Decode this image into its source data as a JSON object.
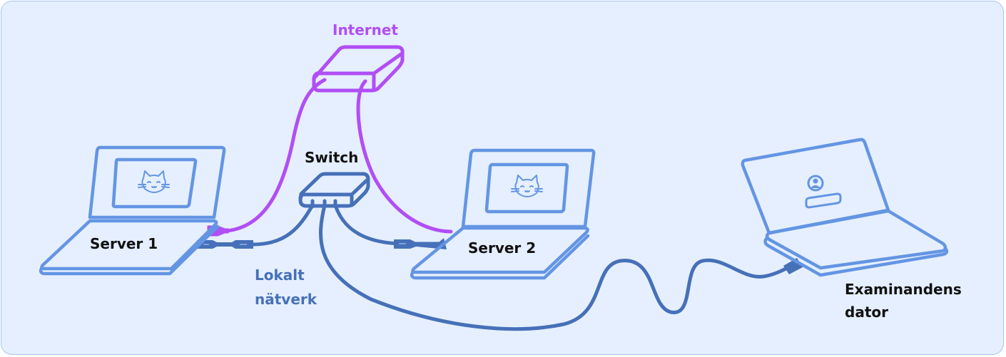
{
  "diagram": {
    "colors": {
      "background": "#e5efff",
      "border": "#a8c6f5",
      "device": "#6495e4",
      "lan": "#4670b8",
      "internet": "#b14ef5",
      "text": "#111111"
    },
    "nodes": {
      "internet": {
        "label": "Internet",
        "icon": "router-icon"
      },
      "switch": {
        "label": "Switch",
        "icon": "switch-icon"
      },
      "server1": {
        "label": "Server 1",
        "icon": "laptop-icon",
        "screen_icon": "cat-icon"
      },
      "server2": {
        "label": "Server 2",
        "icon": "laptop-icon",
        "screen_icon": "cat-icon"
      },
      "client": {
        "label_line1": "Examinandens",
        "label_line2": "dator",
        "icon": "laptop-icon",
        "screen_icon": "user-login-icon"
      }
    },
    "network_label": {
      "line1": "Lokalt",
      "line2": "nätverk"
    },
    "edges": [
      {
        "from": "internet",
        "to": "server1",
        "type": "internet"
      },
      {
        "from": "internet",
        "to": "server2",
        "type": "internet"
      },
      {
        "from": "switch",
        "to": "server1",
        "type": "lan"
      },
      {
        "from": "switch",
        "to": "server2",
        "type": "lan"
      },
      {
        "from": "switch",
        "to": "client",
        "type": "lan"
      }
    ]
  }
}
